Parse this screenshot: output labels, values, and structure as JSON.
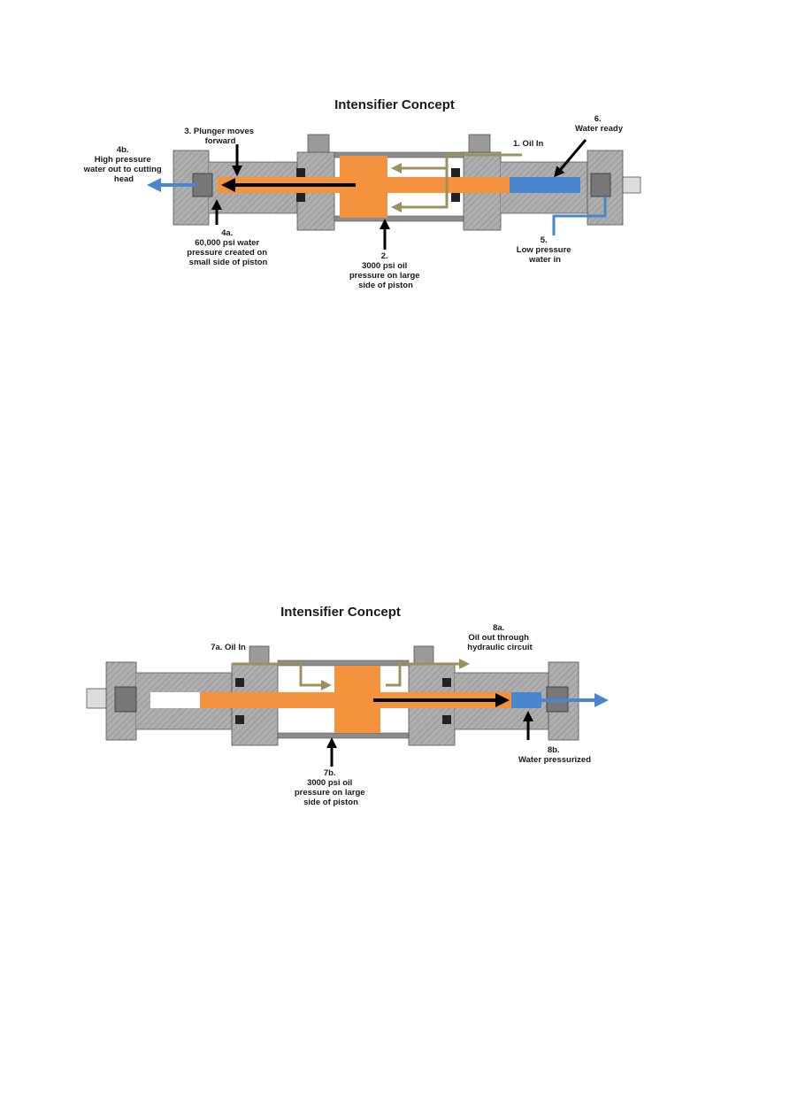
{
  "diagram1": {
    "title": "Intensifier Concept",
    "label_1": [
      "1. Oil In"
    ],
    "label_2": [
      "2.",
      "3000 psi oil",
      "pressure on large",
      "side of piston"
    ],
    "label_3": [
      "3. Plunger moves",
      "forward"
    ],
    "label_4a": [
      "4a.",
      "60,000 psi water",
      "pressure created on",
      "small side of piston"
    ],
    "label_4b": [
      "4b.",
      "High pressure",
      "water out to cutting",
      "head"
    ],
    "label_5": [
      "5.",
      "Low pressure",
      "water in"
    ],
    "label_6": [
      "6.",
      "Water ready"
    ]
  },
  "diagram2": {
    "title": "Intensifier Concept",
    "label_7a": [
      "7a. Oil In"
    ],
    "label_7b": [
      "7b.",
      "3000 psi oil",
      "pressure on large",
      "side of piston"
    ],
    "label_8a": [
      "8a.",
      "Oil out through",
      "hydraulic circuit"
    ],
    "label_8b": [
      "8b.",
      "Water pressurized"
    ]
  },
  "colors": {
    "oil_piston": "#f5923e",
    "water": "#4a86d0",
    "oil_flow": "#9b9160",
    "steel": "#a9a9a9",
    "arrow": "#000000"
  }
}
